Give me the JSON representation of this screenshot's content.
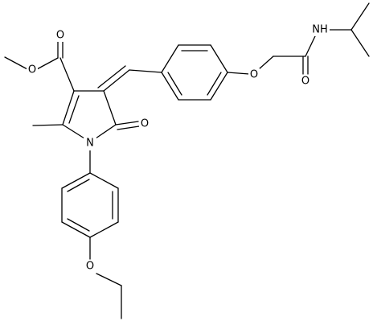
{
  "atom_labels": {
    "ester_ether_oxygen": "O",
    "ester_carbonyl_oxygen": "O",
    "lactam_carbonyl_oxygen": "O",
    "ring_nitrogen": "N",
    "aryl_ether_oxygen": "O",
    "amide_nitrogen": "NH",
    "amide_carbonyl_oxygen": "O",
    "ethoxy_oxygen": "O"
  },
  "colors": {
    "bond": "#000000",
    "background": "#ffffff",
    "text": "#000000"
  }
}
